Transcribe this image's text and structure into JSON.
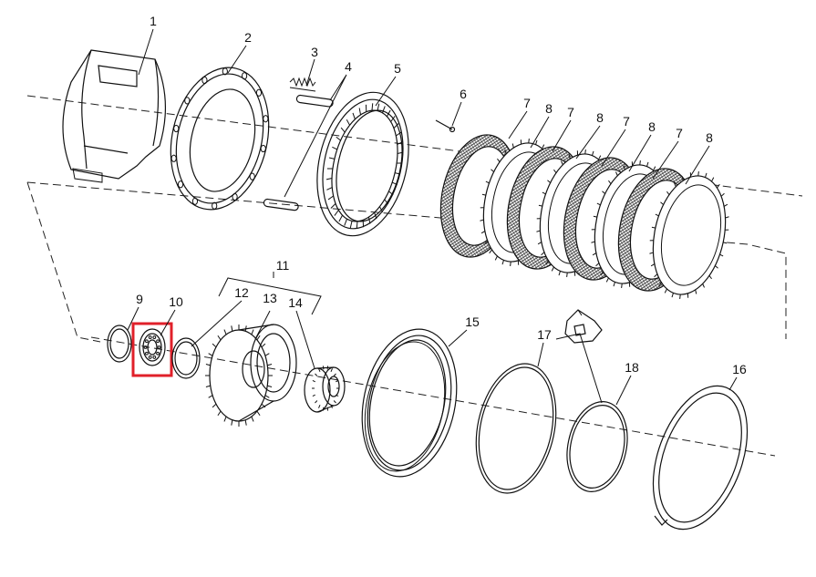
{
  "diagram": {
    "parts": [
      {
        "id": "band",
        "label": "1"
      },
      {
        "id": "plate-2",
        "label": "2"
      },
      {
        "id": "spring",
        "label": "3"
      },
      {
        "id": "pins",
        "label": "4"
      },
      {
        "id": "ring-gear",
        "label": "5"
      },
      {
        "id": "pin-6",
        "label": "6"
      },
      {
        "id": "clutch-pack",
        "labels": [
          "7",
          "8",
          "7",
          "8",
          "7",
          "8",
          "7",
          "8"
        ]
      },
      {
        "id": "snap-ring-9",
        "label": "9"
      },
      {
        "id": "bearing-10",
        "label": "10"
      },
      {
        "id": "assembly-11",
        "label": "11"
      },
      {
        "id": "ring-12",
        "label": "12"
      },
      {
        "id": "hub-13",
        "label": "13"
      },
      {
        "id": "gear-14",
        "label": "14"
      },
      {
        "id": "ring-15",
        "label": "15"
      },
      {
        "id": "seal-17",
        "label": "17"
      },
      {
        "id": "seal-18",
        "label": "18"
      },
      {
        "id": "snap-ring-16",
        "label": "16"
      }
    ],
    "highlight_color": "#e0202a",
    "line_color": "#111111"
  }
}
